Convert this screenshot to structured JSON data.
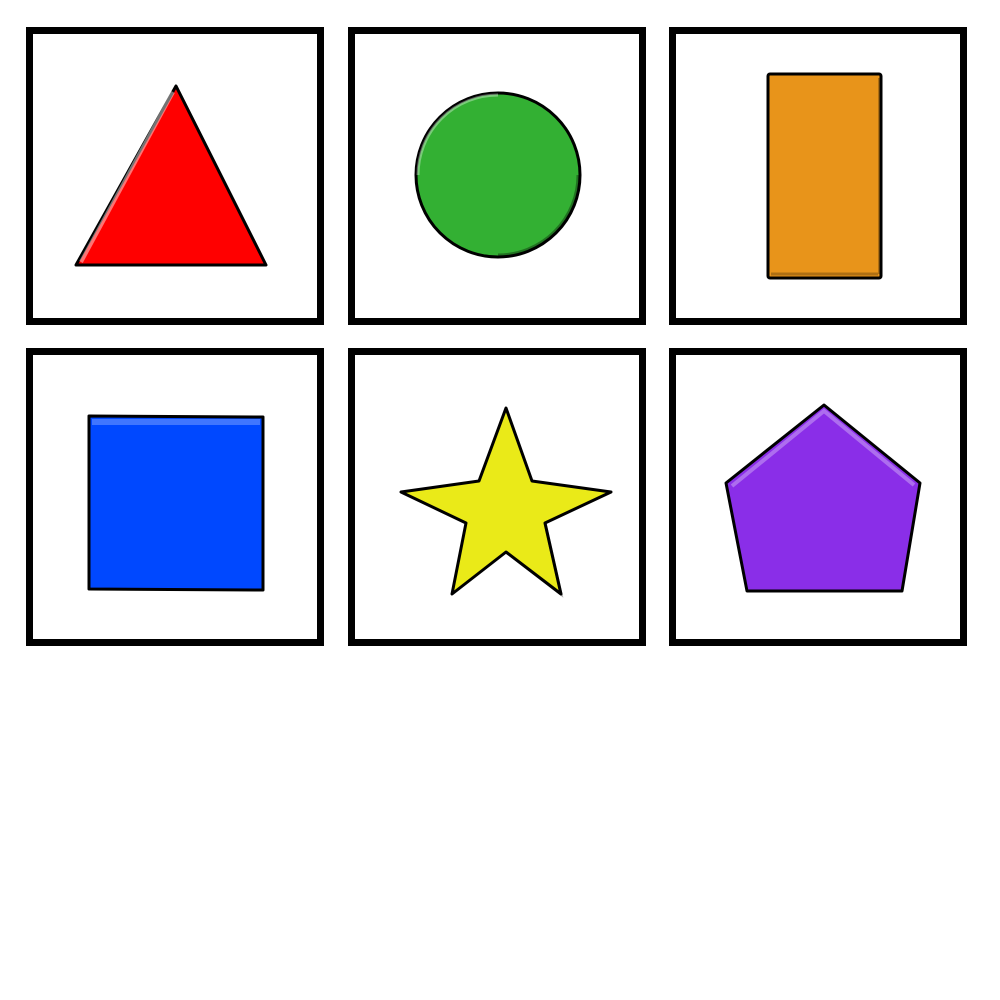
{
  "cards": [
    {
      "shape": "triangle",
      "icon": "triangle-icon",
      "color": "#ff0000"
    },
    {
      "shape": "circle",
      "icon": "circle-icon",
      "color": "#33b033"
    },
    {
      "shape": "rectangle",
      "icon": "rectangle-icon",
      "color": "#e8941a"
    },
    {
      "shape": "square",
      "icon": "square-icon",
      "color": "#0048ff"
    },
    {
      "shape": "star",
      "icon": "star-icon",
      "color": "#eaea18"
    },
    {
      "shape": "pentagon",
      "icon": "pentagon-icon",
      "color": "#8a2ee8"
    }
  ]
}
